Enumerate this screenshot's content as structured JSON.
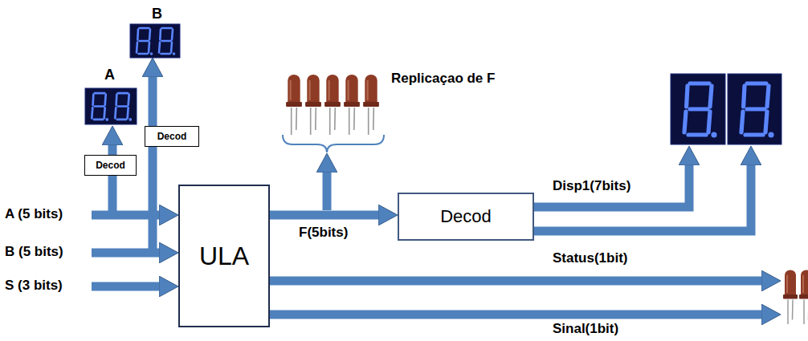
{
  "diagram": {
    "nodes": [
      {
        "text": [
          "Decod"
        ]
      },
      {
        "text": [
          "Decod"
        ]
      },
      {
        "text": [
          "ULA"
        ]
      },
      {
        "text": [
          "Decod"
        ]
      }
    ],
    "edges": [
      {
        "from": 2,
        "to": 3,
        "label": "F(5bits)",
        "arrow": "to"
      }
    ],
    "labels": [
      "B",
      "A",
      "A (5 bits)",
      "B (5 bits)",
      "S (3 bits)",
      "Replicaçao de F",
      "Disp1(7bits)",
      "Status(1bit)",
      "Sinal(1bit)"
    ]
  }
}
